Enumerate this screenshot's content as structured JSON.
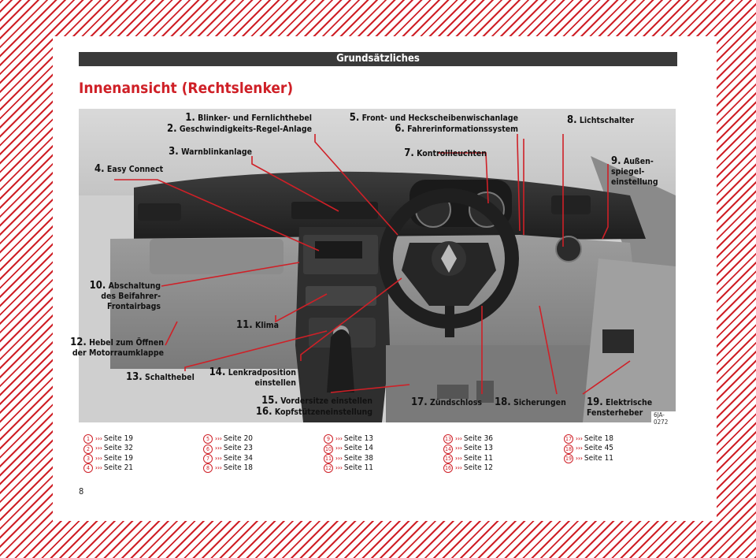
{
  "header": {
    "title": "Grundsätzliches"
  },
  "page_title": "Innenansicht (Rechtslenker)",
  "figure": {
    "image_code": "6JA-0272",
    "labels": [
      {
        "num": "1.",
        "text": "Blinker- und Fernlichthebel"
      },
      {
        "num": "2.",
        "text": "Geschwindigkeits-Regel-Anlage"
      },
      {
        "num": "3.",
        "text": "Warnblinkanlage"
      },
      {
        "num": "4.",
        "text": "Easy Connect"
      },
      {
        "num": "5.",
        "text": "Front- und Heckscheibenwischanlage"
      },
      {
        "num": "6.",
        "text": "Fahrerinformationssystem"
      },
      {
        "num": "7.",
        "text": "Kontrollleuchten"
      },
      {
        "num": "8.",
        "text": "Lichtschalter"
      },
      {
        "num": "9.",
        "text": "Außen-",
        "line2": "spiegel-",
        "line3": "einstellung"
      },
      {
        "num": "10.",
        "text": "Abschaltung",
        "line2": "des Beifahrer-",
        "line3": "Frontairbags"
      },
      {
        "num": "11.",
        "text": "Klima"
      },
      {
        "num": "12.",
        "text": "Hebel zum Öffnen",
        "line2": "der Motorraumklappe"
      },
      {
        "num": "13.",
        "text": "Schalthebel"
      },
      {
        "num": "14.",
        "text": "Lenkradposition",
        "line2": "einstellen"
      },
      {
        "num": "15.",
        "text": "Vordersitze einstellen"
      },
      {
        "num": "16.",
        "text": "Kopfstützeneinstellung"
      },
      {
        "num": "17.",
        "text": "Zündschloss"
      },
      {
        "num": "18.",
        "text": "Sicherungen"
      },
      {
        "num": "19.",
        "text": "Elektrische",
        "line2": "Fensterheber"
      }
    ]
  },
  "refs": [
    {
      "n": "1",
      "text": "Seite 19"
    },
    {
      "n": "2",
      "text": "Seite 32"
    },
    {
      "n": "3",
      "text": "Seite 19"
    },
    {
      "n": "4",
      "text": "Seite 21"
    },
    {
      "n": "5",
      "text": "Seite 20"
    },
    {
      "n": "6",
      "text": "Seite 23"
    },
    {
      "n": "7",
      "text": "Seite 34"
    },
    {
      "n": "8",
      "text": "Seite 18"
    },
    {
      "n": "9",
      "text": "Seite 13"
    },
    {
      "n": "10",
      "text": "Seite 14"
    },
    {
      "n": "11",
      "text": "Seite 38"
    },
    {
      "n": "12",
      "text": "Seite 11"
    },
    {
      "n": "13",
      "text": "Seite 36"
    },
    {
      "n": "14",
      "text": "Seite 13"
    },
    {
      "n": "15",
      "text": "Seite 11"
    },
    {
      "n": "16",
      "text": "Seite 12"
    },
    {
      "n": "17",
      "text": "Seite 18"
    },
    {
      "n": "18",
      "text": "Seite 45"
    },
    {
      "n": "19",
      "text": "Seite 11"
    }
  ],
  "ref_arrow": "›››",
  "page_number": "8",
  "colors": {
    "accent": "#cf2027",
    "header_bar": "#3a3a3a"
  }
}
